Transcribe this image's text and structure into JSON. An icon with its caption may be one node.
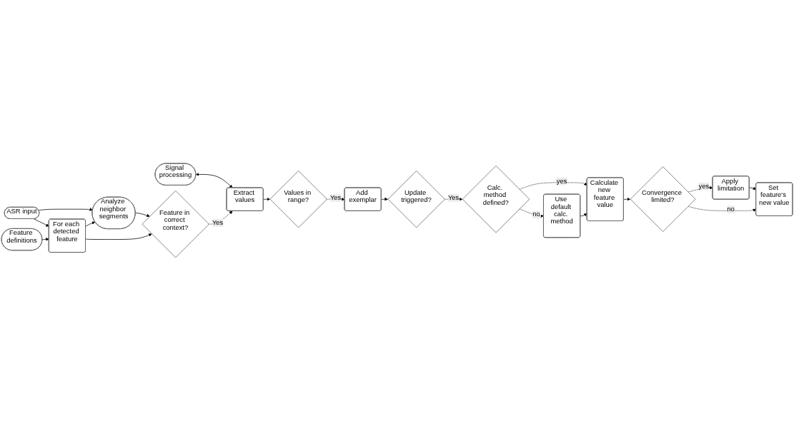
{
  "diagram": {
    "nodes": [
      {
        "text": [
          "ASR input"
        ]
      },
      {
        "text": [
          "Analyze neighbor segments"
        ]
      },
      {
        "text": [
          "Signal processing"
        ]
      },
      {
        "text": [
          "For each detected feature"
        ]
      },
      {
        "text": [
          "Feature in correct context?"
        ]
      },
      {
        "text": [
          "Extract values"
        ]
      },
      {
        "text": [
          "Values in range?"
        ]
      },
      {
        "text": [
          "Add exemplar"
        ]
      },
      {
        "text": [
          "Feature definitions"
        ]
      },
      {
        "text": [
          "Use default calc. method"
        ]
      },
      {
        "text": [
          "Apply limitation"
        ]
      },
      {
        "text": [
          "Convergence limited?"
        ]
      },
      {
        "text": [
          "Calc. method defined?"
        ]
      },
      {
        "text": [
          "Update triggered?"
        ]
      },
      {
        "text": [
          "Calculate new feature value"
        ]
      },
      {
        "text": [
          "Set feature's new value"
        ]
      }
    ],
    "edges": [
      {
        "from": 0,
        "to": 1,
        "arrow": "to"
      },
      {
        "from": 0,
        "to": 3,
        "arrow": "to"
      },
      {
        "from": 3,
        "to": 1,
        "arrow": "to"
      },
      {
        "from": 3,
        "to": 4,
        "arrow": "to"
      },
      {
        "from": 1,
        "to": 4,
        "arrow": "to"
      },
      {
        "from": 8,
        "to": 3,
        "arrow": "to"
      },
      {
        "from": 4,
        "to": 5,
        "arrow": "to",
        "label": "Yes",
        "style": "dashed"
      },
      {
        "from": 2,
        "to": 5,
        "arrow": "both"
      },
      {
        "from": 5,
        "to": 6,
        "arrow": "to"
      },
      {
        "from": 6,
        "to": 7,
        "arrow": "to",
        "label": "Yes",
        "style": "dashed"
      },
      {
        "from": 7,
        "to": 13,
        "arrow": "to"
      },
      {
        "from": 13,
        "to": 12,
        "arrow": "to",
        "label": "Yes",
        "style": "dashed"
      },
      {
        "from": 12,
        "to": 14,
        "arrow": "to",
        "label": "yes",
        "style": "dashed"
      },
      {
        "from": 12,
        "to": 9,
        "arrow": "to",
        "label": "no",
        "style": "dashed"
      },
      {
        "from": 9,
        "to": 14,
        "arrow": "to"
      },
      {
        "from": 14,
        "to": 11,
        "arrow": "to"
      },
      {
        "from": 11,
        "to": 10,
        "arrow": "to",
        "label": "yes",
        "style": "dashed"
      },
      {
        "from": 11,
        "to": 15,
        "arrow": "to",
        "label": "no",
        "style": "dashed"
      },
      {
        "from": 10,
        "to": 15,
        "arrow": "to"
      }
    ]
  }
}
